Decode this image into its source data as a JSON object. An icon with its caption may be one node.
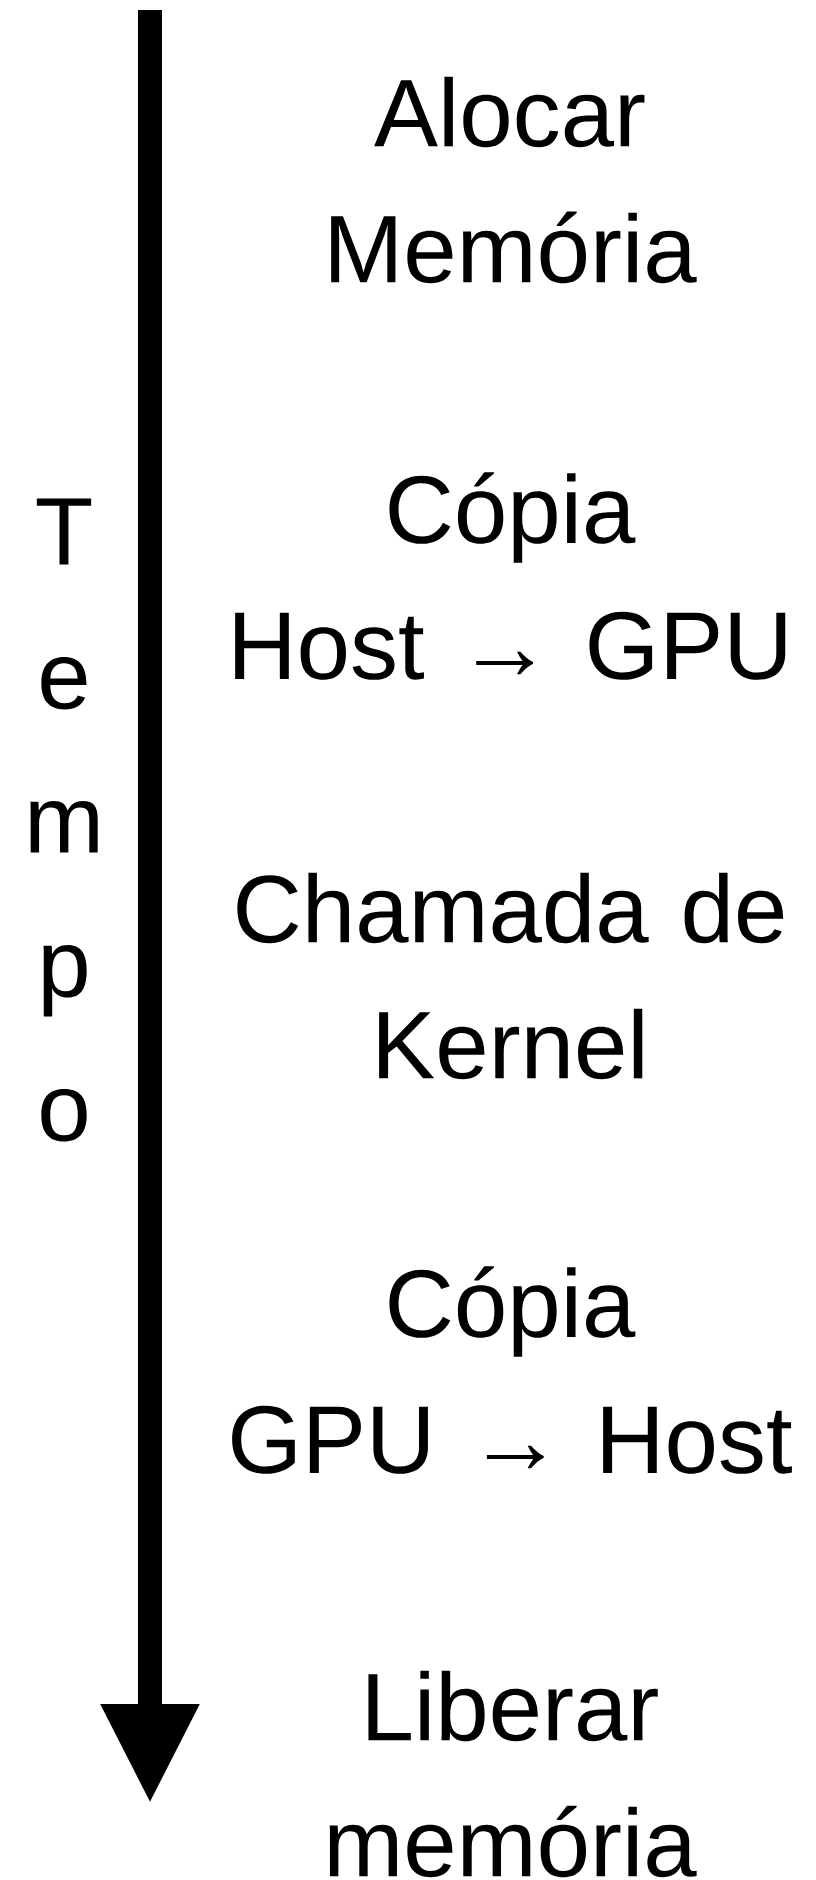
{
  "diagram": {
    "labels": [
      "Alocar Memória",
      "Cópia Host → GPU",
      "Chamada de Kernel",
      "Cópia GPU → Host",
      "Liberar memória",
      "T e m p o"
    ]
  }
}
